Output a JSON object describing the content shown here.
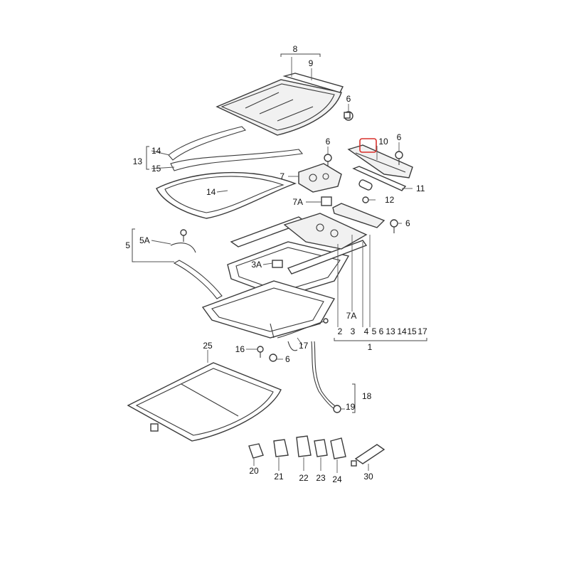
{
  "diagram": {
    "labels": {
      "l8": "8",
      "l9": "9",
      "l6a": "6",
      "l6b": "6",
      "l10": "10",
      "l6c": "6",
      "l7": "7",
      "l11": "11",
      "l7a_top": "7A",
      "l12": "12",
      "l6d": "6",
      "l13": "13",
      "l14a": "14",
      "l15": "15",
      "l14b": "14",
      "l5": "5",
      "l5a": "5A",
      "l3a": "3A",
      "l7a_bot": "7A",
      "l2": "2",
      "l3": "3",
      "l4": "4",
      "l5b": "5",
      "l6e": "6",
      "l13b": "13",
      "l14c": "14",
      "l15b": "15",
      "l17": "17",
      "l1": "1",
      "l16": "16",
      "l6f": "6",
      "l17b": "17",
      "l25": "25",
      "l18": "18",
      "l19": "19",
      "l20": "20",
      "l21": "21",
      "l22": "22",
      "l23": "23",
      "l24": "24",
      "l30": "30"
    },
    "highlight_color": "#d9302b",
    "line_color": "#3a3a3a"
  }
}
